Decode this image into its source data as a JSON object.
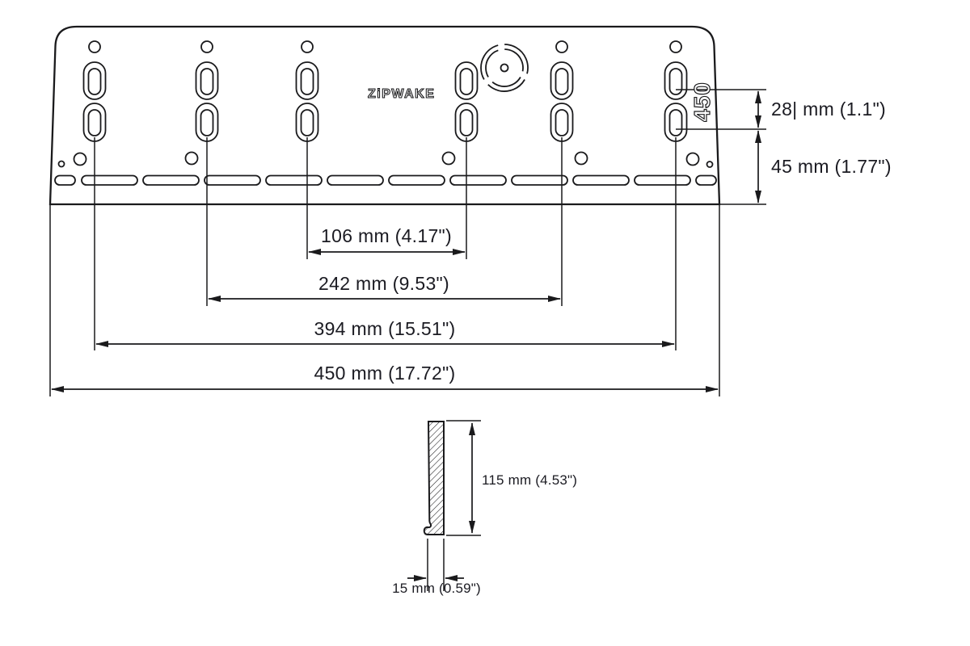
{
  "drawing": {
    "logo_text": "ZiPWAKE",
    "plate_marking": "450",
    "colors": {
      "ink": "#1a1a1c",
      "text": "#1b1b22",
      "background": "#ffffff"
    },
    "dimensions": {
      "slot_row_spacing": "28| mm (1.1\")",
      "slot_to_bottom_edge": "45 mm (1.77\")",
      "inner_slot_span": "106 mm (4.17\")",
      "middle_slot_span": "242 mm (9.53\")",
      "outer_slot_span": "394 mm (15.51\")",
      "plate_width": "450 mm (17.72\")",
      "profile_height": "115 mm (4.53\")",
      "profile_thickness": "15 mm (0.59\")"
    }
  }
}
